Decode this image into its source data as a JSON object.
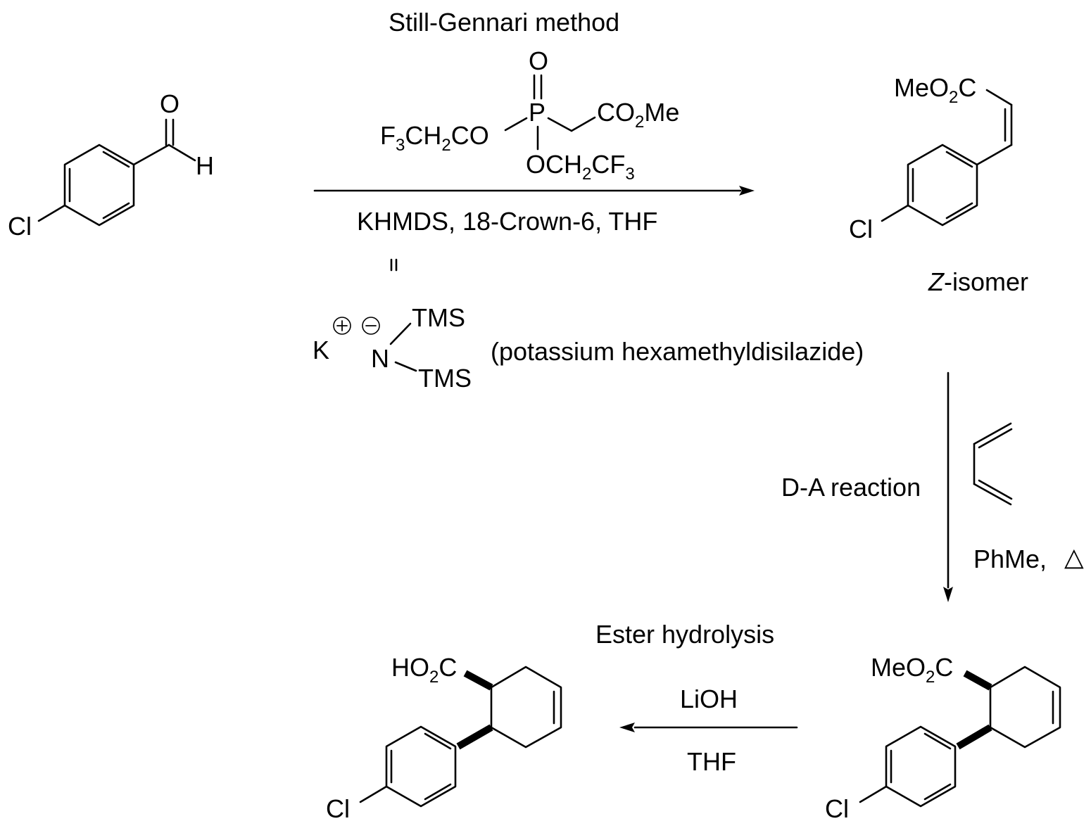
{
  "labels": {
    "method_title": "Still-Gennari method",
    "conditions_1": "KHMDS, 18-Crown-6, THF",
    "equals_sign": "=",
    "khmds_name": "(potassium hexamethyldisilazide)",
    "z_isomer_suffix": "-isomer",
    "da_reaction": "D-A reaction",
    "da_conditions": "PhMe, ",
    "hydrolysis_title": "Ester hydrolysis",
    "hydrolysis_reagent": "LiOH",
    "hydrolysis_solvent": "THF"
  },
  "atoms": {
    "O": "O",
    "H": "H",
    "Cl": "Cl",
    "P": "P",
    "C": "C",
    "F": "F",
    "Me": "Me",
    "MeO": "MeO",
    "HO": "HO",
    "K": "K",
    "N": "N",
    "TMS": "TMS",
    "Z": "Z",
    "CH": "CH",
    "CO": "CO",
    "OCH": "OCH",
    "CF": "CF",
    "sub_2": "2",
    "sub_3": "3"
  },
  "symbols": {
    "plus_charge": "+",
    "minus_charge": "−",
    "heat": "△"
  }
}
